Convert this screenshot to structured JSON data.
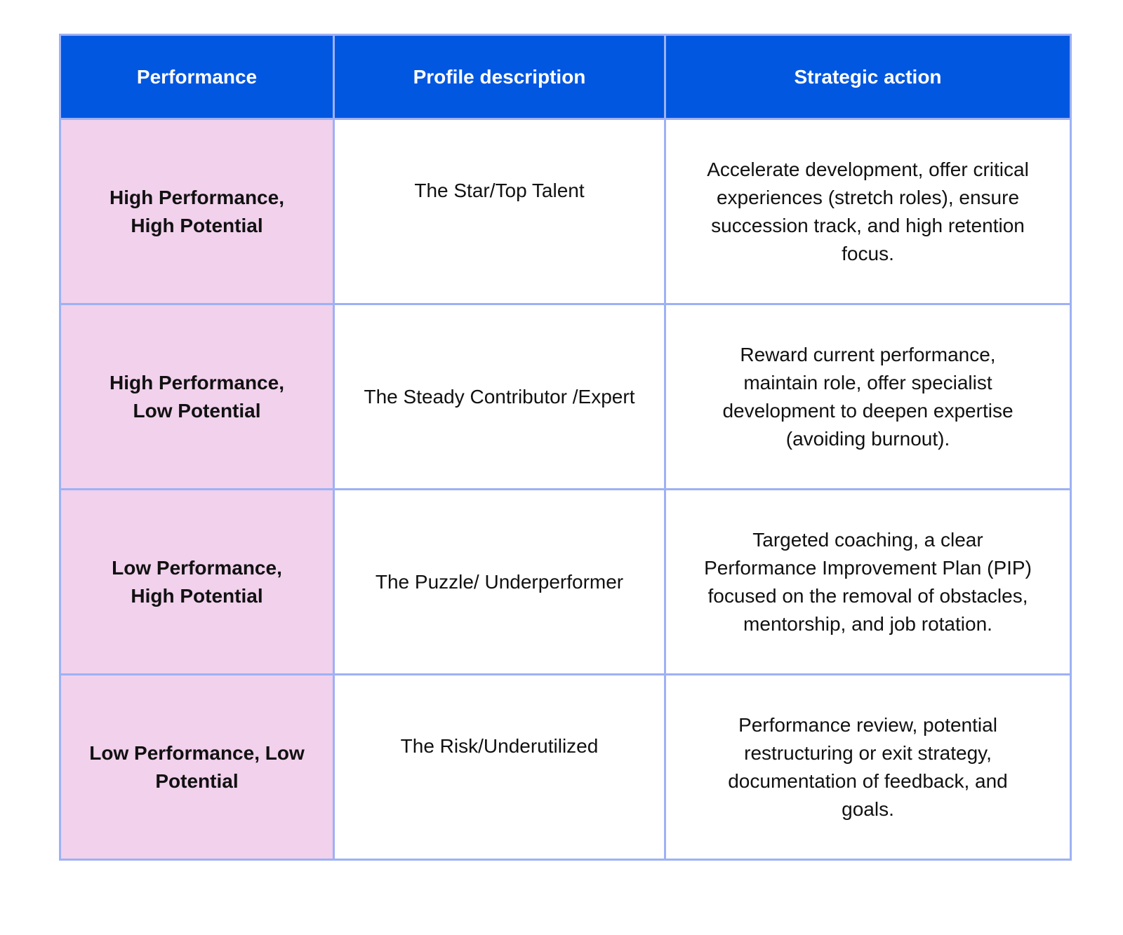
{
  "table": {
    "headers": [
      "Performance",
      "Profile description",
      "Strategic action"
    ],
    "rows": [
      {
        "performance": "High Performance, High Potential",
        "profile": "The Star/Top Talent",
        "action": "Accelerate development, offer critical experiences (stretch roles), ensure succession track, and high retention focus."
      },
      {
        "performance": "High Performance, Low Potential",
        "profile": "The Steady Contributor /Expert",
        "action": "Reward current performance, maintain role, offer specialist development to deepen expertise (avoiding burnout)."
      },
      {
        "performance": "Low Performance, High Potential",
        "profile": "The Puzzle/ Underperformer",
        "action": "Targeted coaching, a clear Performance Improvement Plan (PIP) focused on the removal of obstacles, mentorship, and job rotation."
      },
      {
        "performance": "Low Performance, Low Potential",
        "profile": "The Risk/Underutilized",
        "action": "Performance review, potential restructuring or exit strategy, documentation of feedback, and goals."
      }
    ]
  },
  "colors": {
    "header_bg": "#0257e0",
    "header_text": "#ffffff",
    "first_column_bg": "#f1d1ec",
    "border": "#9db1f5"
  }
}
